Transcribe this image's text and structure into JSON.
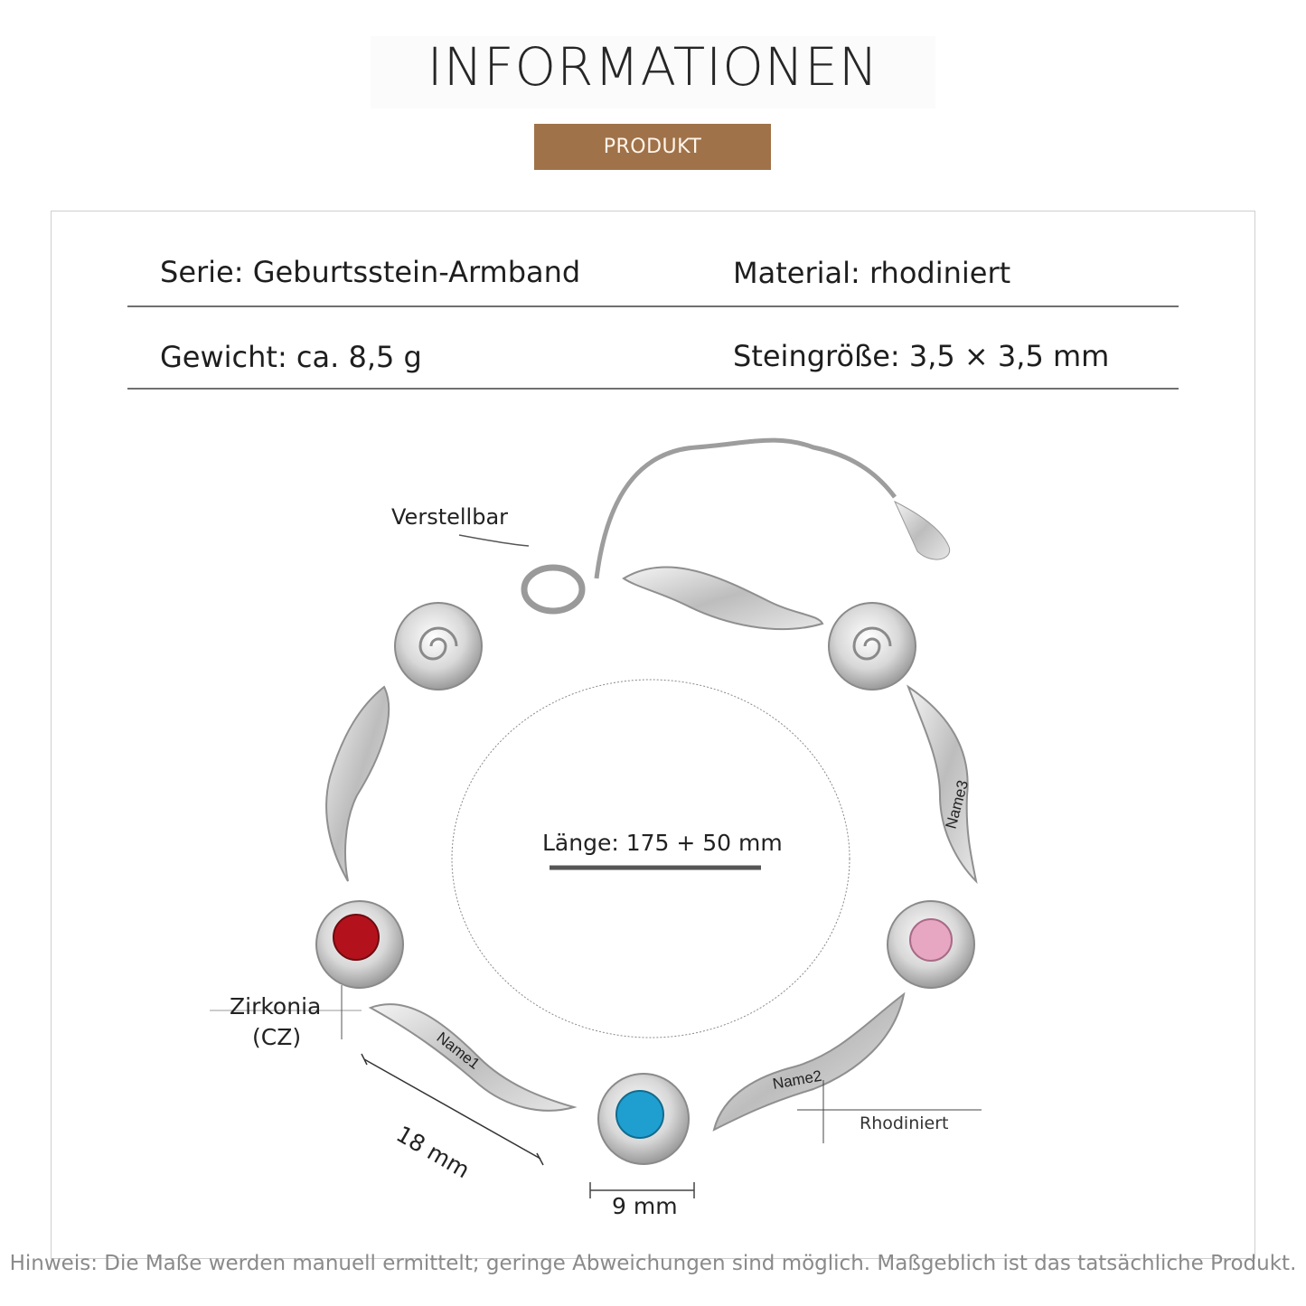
{
  "header": {
    "title": "INFORMATIONEN",
    "badge": "PRODUKT",
    "badge_color": "#a07249"
  },
  "specs": {
    "series": "Serie: Geburtsstein-Armband",
    "material": "Material: rhodiniert",
    "weight": "Gewicht: ca. 8,5 g",
    "stone_size": "Steingröße: 3,5 × 3,5 mm"
  },
  "product_image": {
    "callouts": {
      "adjustable": "Verstellbar",
      "length": "Länge: 175 + 50 mm",
      "zirconia_line1": "Zirkonia",
      "zirconia_line2": "(CZ)",
      "link_length": "18 mm",
      "rose_width": "9 mm",
      "plating": "Rhodiniert"
    },
    "engravings": [
      "Name1",
      "Name2",
      "Name3"
    ],
    "stones": [
      {
        "position": "left",
        "color": "#b3121c"
      },
      {
        "position": "bottom",
        "color": "#1f9fd0"
      },
      {
        "position": "right",
        "color": "#e7a6c2"
      }
    ]
  },
  "footer": {
    "note": "Hinweis: Die Maße werden manuell ermittelt; geringe Abweichungen sind möglich. Maßgeblich ist das tatsächliche Produkt."
  }
}
